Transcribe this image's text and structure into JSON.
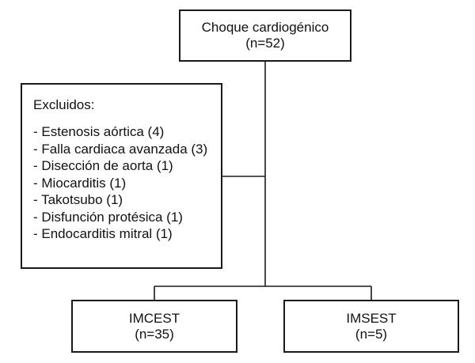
{
  "top": {
    "title": "Choque cardiogénico",
    "count": "(n=52)"
  },
  "excluded": {
    "title": "Excluidos:",
    "items": [
      "- Estenosis aórtica (4)",
      "- Falla cardiaca avanzada (3)",
      "- Disección de aorta (1)",
      "- Miocarditis (1)",
      "- Takotsubo (1)",
      "- Disfunción protésica (1)",
      "- Endocarditis mitral (1)"
    ]
  },
  "groups": [
    {
      "title": "IMCEST",
      "count": "(n=35)"
    },
    {
      "title": "IMSEST",
      "count": "(n=5)"
    }
  ]
}
